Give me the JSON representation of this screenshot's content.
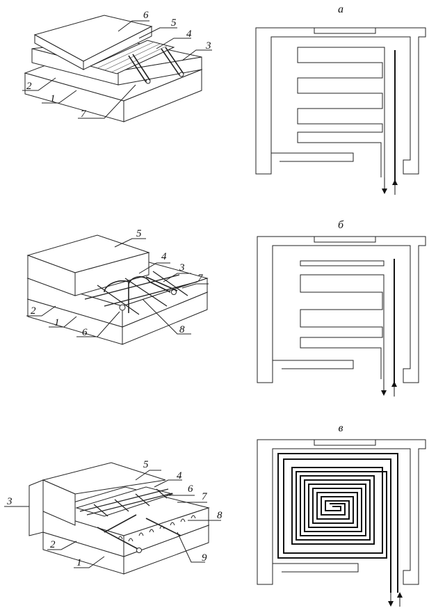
{
  "captions": [
    "а",
    "б",
    "в"
  ],
  "fig1": {
    "labels": [
      "6",
      "5",
      "4",
      "3",
      "2",
      "1",
      "7"
    ]
  },
  "fig2": {
    "labels": [
      "5",
      "4",
      "3",
      "7",
      "2",
      "1",
      "6",
      "8"
    ]
  },
  "fig3": {
    "labels": [
      "5",
      "4",
      "6",
      "7",
      "8",
      "3",
      "2",
      "1",
      "9"
    ]
  }
}
